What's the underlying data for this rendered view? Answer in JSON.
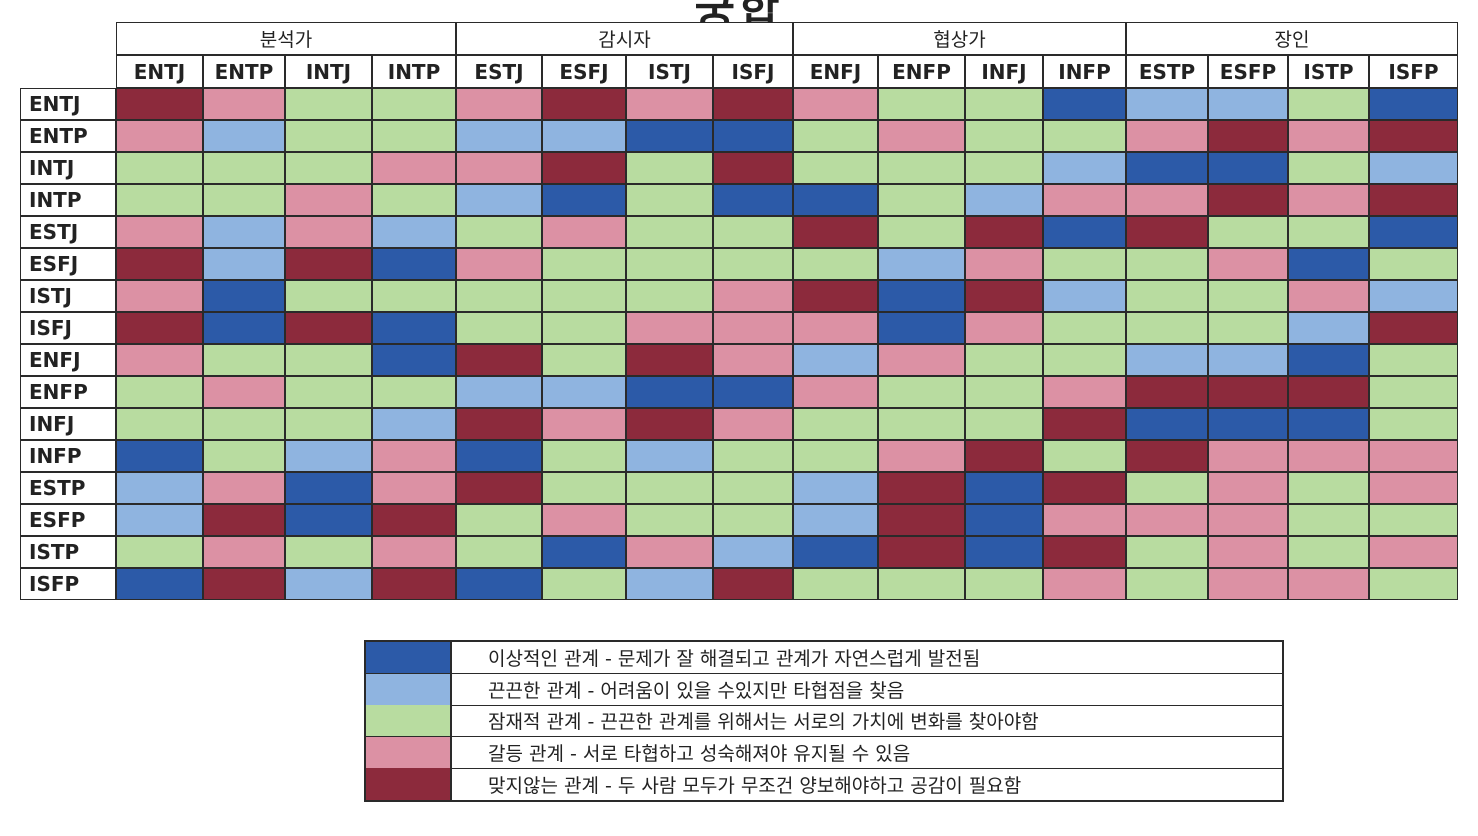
{
  "title": "궁합",
  "colors": {
    "ideal": "#2c5aa8",
    "good": "#8fb4e0",
    "potential": "#b8dca0",
    "conflict": "#dc91a4",
    "mismatch": "#8c2a3c"
  },
  "groups": [
    "분석가",
    "감시자",
    "협상가",
    "장인"
  ],
  "columns": [
    "ENTJ",
    "ENTP",
    "INTJ",
    "INTP",
    "ESTJ",
    "ESFJ",
    "ISTJ",
    "ISFJ",
    "ENFJ",
    "ENFP",
    "INFJ",
    "INFP",
    "ESTP",
    "ESFP",
    "ISTP",
    "ISFP"
  ],
  "rows": [
    "ENTJ",
    "ENTP",
    "INTJ",
    "INTP",
    "ESTJ",
    "ESFJ",
    "ISTJ",
    "ISFJ",
    "ENFJ",
    "ENFP",
    "INFJ",
    "INFP",
    "ESTP",
    "ESFP",
    "ISTP",
    "ISFP"
  ],
  "matrix": [
    [
      "M",
      "C",
      "P",
      "P",
      "C",
      "M",
      "C",
      "M",
      "C",
      "P",
      "P",
      "I",
      "G",
      "G",
      "P",
      "I"
    ],
    [
      "C",
      "G",
      "P",
      "P",
      "G",
      "G",
      "I",
      "I",
      "P",
      "C",
      "P",
      "P",
      "C",
      "M",
      "C",
      "M"
    ],
    [
      "P",
      "P",
      "P",
      "C",
      "C",
      "M",
      "P",
      "M",
      "P",
      "P",
      "P",
      "G",
      "I",
      "I",
      "P",
      "G"
    ],
    [
      "P",
      "P",
      "C",
      "P",
      "G",
      "I",
      "P",
      "I",
      "I",
      "P",
      "G",
      "C",
      "C",
      "M",
      "C",
      "M"
    ],
    [
      "C",
      "G",
      "C",
      "G",
      "P",
      "C",
      "P",
      "P",
      "M",
      "P",
      "M",
      "I",
      "M",
      "P",
      "P",
      "I"
    ],
    [
      "M",
      "G",
      "M",
      "I",
      "C",
      "P",
      "P",
      "P",
      "P",
      "G",
      "C",
      "P",
      "P",
      "C",
      "I",
      "P"
    ],
    [
      "C",
      "I",
      "P",
      "P",
      "P",
      "P",
      "P",
      "C",
      "M",
      "I",
      "M",
      "G",
      "P",
      "P",
      "C",
      "G"
    ],
    [
      "M",
      "I",
      "M",
      "I",
      "P",
      "P",
      "C",
      "C",
      "C",
      "I",
      "C",
      "P",
      "P",
      "P",
      "G",
      "M"
    ],
    [
      "C",
      "P",
      "P",
      "I",
      "M",
      "P",
      "M",
      "C",
      "G",
      "C",
      "P",
      "P",
      "G",
      "G",
      "I",
      "P"
    ],
    [
      "P",
      "C",
      "P",
      "P",
      "G",
      "G",
      "I",
      "I",
      "C",
      "P",
      "P",
      "C",
      "M",
      "M",
      "M",
      "P"
    ],
    [
      "P",
      "P",
      "P",
      "G",
      "M",
      "C",
      "M",
      "C",
      "P",
      "P",
      "P",
      "M",
      "I",
      "I",
      "I",
      "P"
    ],
    [
      "I",
      "P",
      "G",
      "C",
      "I",
      "P",
      "G",
      "P",
      "P",
      "C",
      "M",
      "P",
      "M",
      "C",
      "C",
      "C"
    ],
    [
      "G",
      "C",
      "I",
      "C",
      "M",
      "P",
      "P",
      "P",
      "G",
      "M",
      "I",
      "M",
      "P",
      "C",
      "P",
      "C"
    ],
    [
      "G",
      "M",
      "I",
      "M",
      "P",
      "C",
      "P",
      "P",
      "G",
      "M",
      "I",
      "C",
      "C",
      "C",
      "P",
      "P"
    ],
    [
      "P",
      "C",
      "P",
      "C",
      "P",
      "I",
      "C",
      "G",
      "I",
      "M",
      "I",
      "M",
      "P",
      "C",
      "P",
      "C"
    ],
    [
      "I",
      "M",
      "G",
      "M",
      "I",
      "P",
      "G",
      "M",
      "P",
      "P",
      "P",
      "C",
      "P",
      "C",
      "C",
      "P"
    ]
  ],
  "legend": [
    {
      "key": "I",
      "color": "#2c5aa8",
      "text": "이상적인 관계 - 문제가 잘 해결되고 관계가 자연스럽게 발전됨"
    },
    {
      "key": "G",
      "color": "#8fb4e0",
      "text": "끈끈한 관계 - 어려움이 있을 수있지만 타협점을 찾음"
    },
    {
      "key": "P",
      "color": "#b8dca0",
      "text": "잠재적 관계 - 끈끈한 관계를 위해서는 서로의 가치에 변화를 찾아야함"
    },
    {
      "key": "C",
      "color": "#dc91a4",
      "text": "갈등 관계 - 서로 타협하고 성숙해져야 유지될 수 있음"
    },
    {
      "key": "M",
      "color": "#8c2a3c",
      "text": "맞지않는 관계 - 두 사람 모두가 무조건 양보해야하고 공감이 필요함"
    }
  ]
}
